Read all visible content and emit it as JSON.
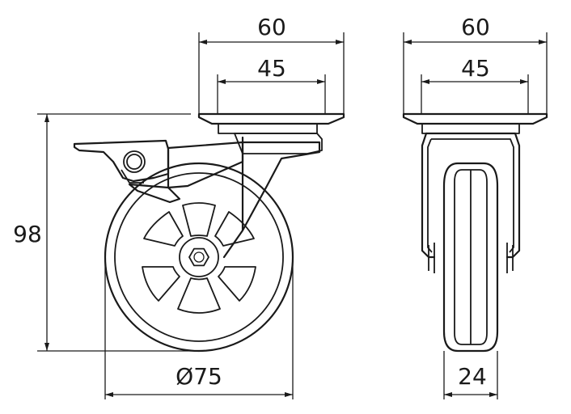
{
  "dimensions": {
    "front_plate_width": "60",
    "front_hole_spacing": "45",
    "side_plate_width": "60",
    "side_hole_spacing": "45",
    "overall_height": "98",
    "wheel_diameter": "Ø75",
    "wheel_width": "24"
  },
  "colors": {
    "line": "#1a1a1a",
    "background": "#ffffff"
  }
}
